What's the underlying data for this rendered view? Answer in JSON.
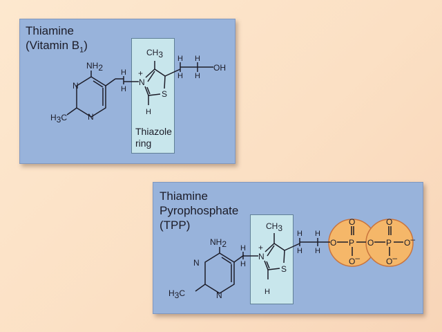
{
  "panel1": {
    "title": "Thiamine\n(Vitamin B",
    "title_sub": "1",
    "title_close": ")",
    "ring_label": "Thiazole\nring"
  },
  "panel2": {
    "title": "Thiamine\nPyrophosphate\n(TPP)"
  },
  "atoms": {
    "NH": "NH",
    "two": "2",
    "N": "N",
    "H3": "H",
    "three": "3",
    "C": "C",
    "H": "H",
    "CH": "CH",
    "S": "S",
    "OH": "OH",
    "O": "O",
    "P": "P",
    "plus": "+",
    "minus": "–"
  },
  "colors": {
    "panel": "#98b3db",
    "ring_box": "#c8e6ec",
    "phosphate": "#f5b769",
    "background": "#fbe0c4"
  }
}
